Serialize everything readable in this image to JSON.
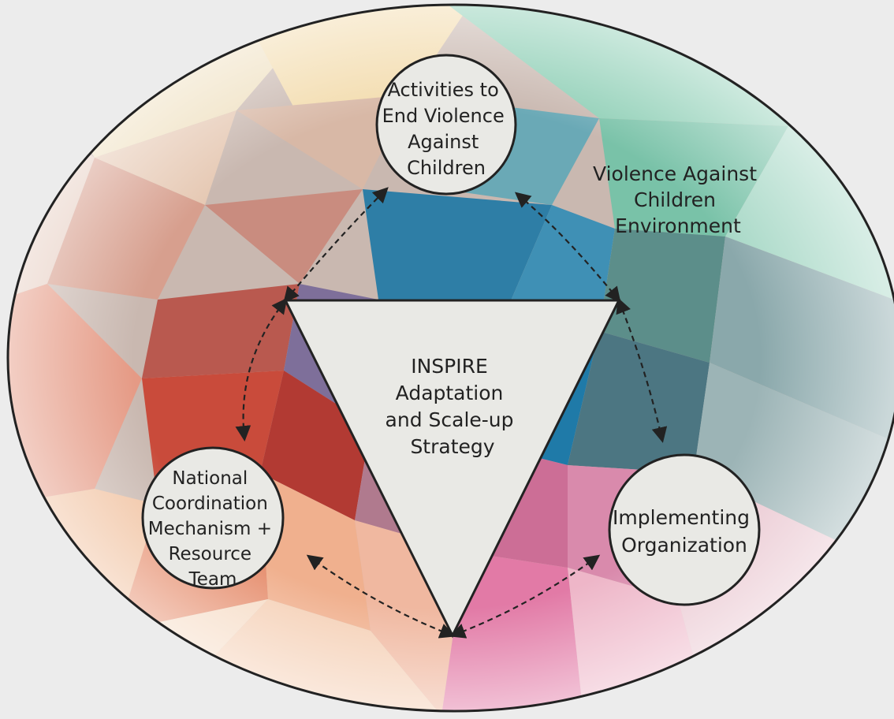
{
  "environment": {
    "label_lines": [
      "Violence Against",
      "Children",
      "Environment"
    ]
  },
  "center": {
    "label_lines": [
      "INSPIRE",
      "Adaptation",
      "and Scale-up",
      "Strategy"
    ]
  },
  "nodes": {
    "activities": {
      "label_lines": [
        "Activities to",
        "End Violence",
        "Against",
        "Children"
      ]
    },
    "national": {
      "label_lines": [
        "National",
        "Coordination",
        "Mechanism +",
        "Resource",
        "Team"
      ]
    },
    "implementing": {
      "label_lines": [
        "Implementing",
        "Organization"
      ]
    }
  },
  "colors": {
    "background": "#ececec",
    "node_fill": "#e9e9e5",
    "outline": "#222222",
    "arrow": "#222222",
    "warm_red": "#c94b3b",
    "blue": "#1f7aa8",
    "teal": "#79c2a8",
    "yellow": "#f2d59a",
    "pink": "#e27aa6",
    "slate": "#7a8f94"
  }
}
